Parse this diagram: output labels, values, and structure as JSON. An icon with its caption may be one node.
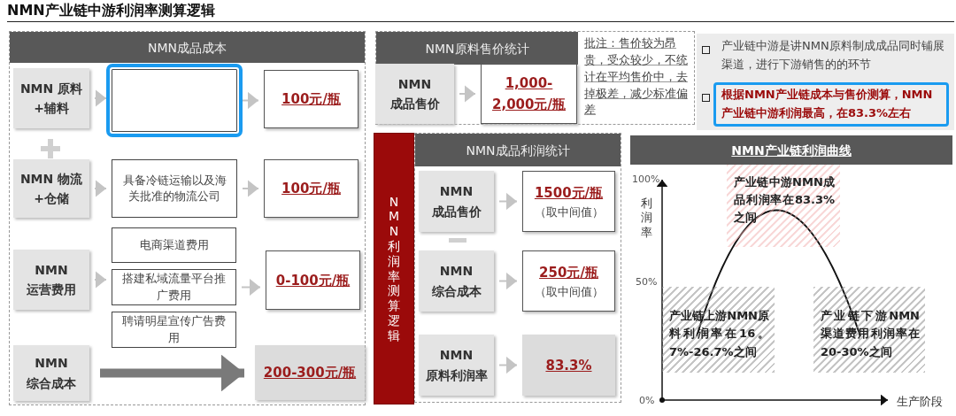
{
  "diagram": {
    "title": "NMN产业链中游利润率测算逻辑",
    "nodes": [
      {
        "text": [
          "NMN成品成本"
        ]
      },
      {
        "text": [
          "NMN 原料+辅料"
        ],
        "in": 0
      },
      {
        "text": [],
        "shape": "box",
        "in": 0
      },
      {
        "text": [
          "100元/瓶"
        ],
        "in": 0
      },
      {
        "text": [
          "NMN 物流+仓储"
        ],
        "in": 0
      },
      {
        "text": [
          "具备冷链运输以及海关批准的物流公司"
        ],
        "in": 0
      },
      {
        "text": [
          "100元/瓶"
        ],
        "in": 0
      },
      {
        "text": [
          "NMN 运营费用"
        ],
        "in": 0
      },
      {
        "text": [
          "电商渠道费用"
        ],
        "in": 0
      },
      {
        "text": [
          "搭建私域流量平台推广费用"
        ],
        "in": 0
      },
      {
        "text": [
          "聘请明星宣传广告费用"
        ],
        "in": 0
      },
      {
        "text": [
          "0-100元/瓶"
        ],
        "in": 0
      },
      {
        "text": [
          "NMN 综合成本"
        ],
        "in": 0
      },
      {
        "text": [
          "200-300元/瓶"
        ],
        "in": 0
      },
      {
        "text": [
          "NMN原料售价统计"
        ]
      },
      {
        "text": [
          "NMN 成品售价"
        ],
        "in": 14
      },
      {
        "text": [
          "1,000-2,000元/瓶"
        ],
        "in": 14
      },
      {
        "text": [
          "NMN利润率测算逻辑"
        ]
      },
      {
        "text": [
          "NMN成品利润统计"
        ]
      },
      {
        "text": [
          "NMN 成品售价"
        ],
        "in": 18
      },
      {
        "text": [
          "1500元/瓶",
          "（取中间值）"
        ],
        "in": 18
      },
      {
        "text": [
          "NMN 综合成本"
        ],
        "in": 18
      },
      {
        "text": [
          "250元/瓶",
          "（取中间值）"
        ],
        "in": 18
      },
      {
        "text": [
          "NMN 原料利润率"
        ],
        "in": 18
      },
      {
        "text": [
          "83.3%"
        ],
        "in": 18
      },
      {
        "text": [
          "产业链中游是讲NMN原料制成成品同时铺展渠道，进行下游销售的的环节"
        ]
      },
      {
        "text": [
          "根据NMN产业链成本与售价测算，NMN产业链中游利润最高，在83.3%左右"
        ],
        "in": 25
      },
      {
        "text": [
          "NMN产业链利润曲线"
        ]
      },
      {
        "text": [
          "产业链中游NMN成品利润率在83.3%之间"
        ],
        "in": 27
      },
      {
        "text": [
          "产业链上游NMN原料利润率在16。7%-26.7%之间"
        ],
        "in": 27
      },
      {
        "text": [
          "产业链下游NMN渠道费用利润率在20-30%之间"
        ],
        "in": 27
      }
    ],
    "edges": [
      {
        "from": 1,
        "to": 2,
        "arrow": "to"
      },
      {
        "from": 2,
        "to": 3,
        "arrow": "to"
      },
      {
        "from": 4,
        "to": 5,
        "arrow": "to"
      },
      {
        "from": 5,
        "to": 6,
        "arrow": "to"
      },
      {
        "from": 7,
        "to": 9,
        "arrow": "to"
      },
      {
        "from": 9,
        "to": 11,
        "arrow": "to"
      },
      {
        "from": 12,
        "to": 13,
        "arrow": "to",
        "style": "thick"
      },
      {
        "from": 15,
        "to": 16,
        "arrow": "to"
      },
      {
        "from": 19,
        "to": 20,
        "arrow": "to"
      },
      {
        "from": 21,
        "to": 22,
        "arrow": "to"
      },
      {
        "from": 23,
        "to": 24,
        "arrow": "to"
      }
    ],
    "labels": [
      "批注：售价较为昂贵，受众较少，不统计在平均售价中，去掉极差，减少标准偏差",
      "100%",
      "利润率",
      "50%",
      "0%",
      "生产阶段"
    ]
  }
}
